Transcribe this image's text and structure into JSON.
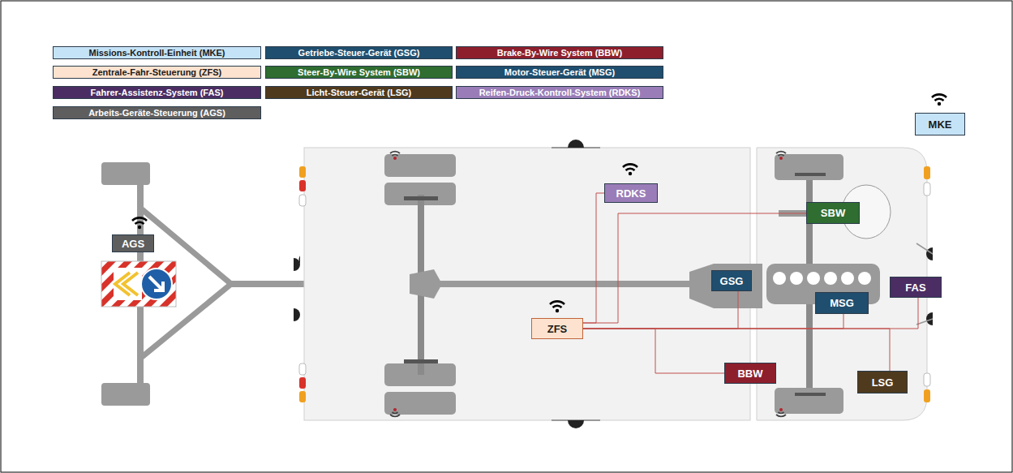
{
  "diagram": {
    "nodes": [
      {
        "text": [
          "MKE"
        ]
      },
      {
        "text": [
          "AGS"
        ]
      },
      {
        "text": [
          "RDKS"
        ]
      },
      {
        "text": [
          "SBW"
        ]
      },
      {
        "text": [
          "GSG"
        ]
      },
      {
        "text": [
          "FAS"
        ]
      },
      {
        "text": [
          "MSG"
        ]
      },
      {
        "text": [
          "ZFS"
        ]
      },
      {
        "text": [
          "BBW"
        ]
      },
      {
        "text": [
          "LSG"
        ]
      }
    ],
    "edges": [
      {
        "from": 7,
        "to": 2,
        "arrow": "none"
      },
      {
        "from": 7,
        "to": 3,
        "arrow": "none"
      },
      {
        "from": 7,
        "to": 4,
        "arrow": "none"
      },
      {
        "from": 7,
        "to": 6,
        "arrow": "none"
      },
      {
        "from": 7,
        "to": 5,
        "arrow": "none"
      },
      {
        "from": 7,
        "to": 8,
        "arrow": "none"
      },
      {
        "from": 7,
        "to": 9,
        "arrow": "none"
      }
    ],
    "legend": [
      {
        "text": "Missions-Kontroll-Einheit (MKE)",
        "color": "#c5e3f6"
      },
      {
        "text": "Zentrale-Fahr-Steuerung (ZFS)",
        "color": "#fde3cf"
      },
      {
        "text": "Fahrer-Assistenz-System (FAS)",
        "color": "#4b2d63"
      },
      {
        "text": "Arbeits-Geräte-Steuerung (AGS)",
        "color": "#5e5e5e"
      },
      {
        "text": "Getriebe-Steuer-Gerät (GSG)",
        "color": "#1f4e6e"
      },
      {
        "text": "Steer-By-Wire System (SBW)",
        "color": "#2f6d31"
      },
      {
        "text": "Licht-Steuer-Gerät (LSG)",
        "color": "#4f3a1e"
      },
      {
        "text": "Brake-By-Wire System (BBW)",
        "color": "#8d1f2c"
      },
      {
        "text": "Motor-Steuer-Gerät (MSG)",
        "color": "#1f4e6e"
      },
      {
        "text": "Reifen-Druck-Kontroll-System (RDKS)",
        "color": "#9a7db8"
      }
    ]
  }
}
